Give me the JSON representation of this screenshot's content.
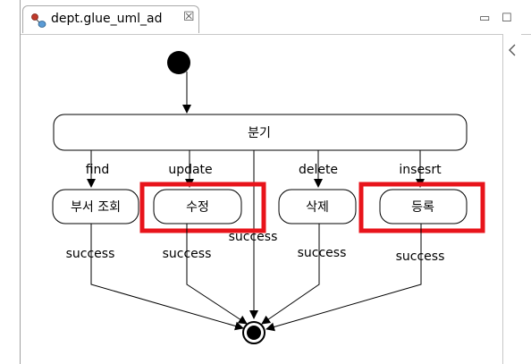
{
  "tab": {
    "title": "dept.glue_uml_ad",
    "close_glyph": "☒"
  },
  "window": {
    "minimize_glyph": "▭",
    "maximize_glyph": "☐"
  },
  "diagram": {
    "branch_label": "분기",
    "activities": [
      "부서 조회",
      "수정",
      "삭제",
      "등록"
    ],
    "branch_edges": [
      "find",
      "update",
      "delete",
      "insesrt"
    ],
    "success_edges": [
      "success",
      "success",
      "success",
      "success",
      "success"
    ],
    "highlight_color": "#e8141b"
  }
}
